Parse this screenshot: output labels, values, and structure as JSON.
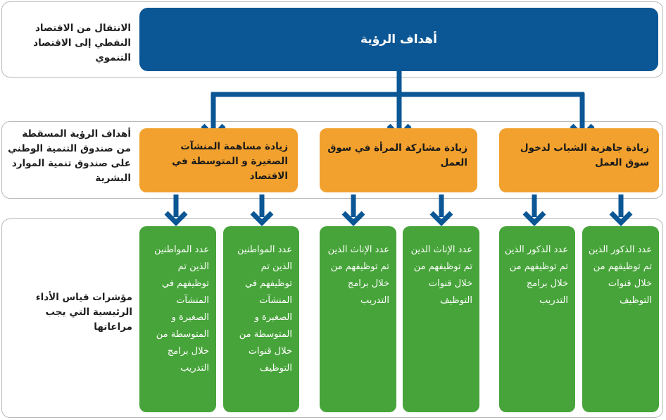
{
  "rows": {
    "vision_label": "الانتقال من الاقتصاد النفطي إلى الاقتصاد التنموي",
    "goals_label": "أهداف الرؤية المسقطة من صندوق التنمية الوطني على صندوق تنمية الموارد البشرية",
    "kpi_label": "مؤشرات قياس الأداء الرئيسية التي يجب مراعاتها"
  },
  "vision": {
    "title": "أهداف الرؤية"
  },
  "goals": [
    {
      "label": "زيادة جاهزية الشباب لدخول سوق العمل"
    },
    {
      "label": "زيادة مشاركة المرأة في سوق العمل"
    },
    {
      "label": "زيادة مساهمة المنشآت الصغيرة و المتوسطة في الاقتصاد"
    }
  ],
  "indicators": [
    {
      "label": "عدد الذكور الذين تم توظيفهم من خلال قنوات التوظيف"
    },
    {
      "label": "عدد الذكور الذين تم توظيفهم من خلال برامج التدريب"
    },
    {
      "label": "عدد الإناث الذين تم توظيفهم من خلال قنوات التوظيف"
    },
    {
      "label": "عدد الإناث الذين تم توظيفهم من خلال برامج التدريب"
    },
    {
      "label": "عدد المواطنين الذين تم توظيفهم في المنشآت الصغيرة و المتوسطة من خلال قنوات التوظيف"
    },
    {
      "label": "عدد المواطنين الذين تم توظيفهم في المنشآت الصغيرة و المتوسطة من خلال برامج التدريب"
    }
  ],
  "colors": {
    "vision": "#0b5694",
    "goal": "#f2a12e",
    "indicator": "#47a43a",
    "connector": "#0b5694"
  }
}
